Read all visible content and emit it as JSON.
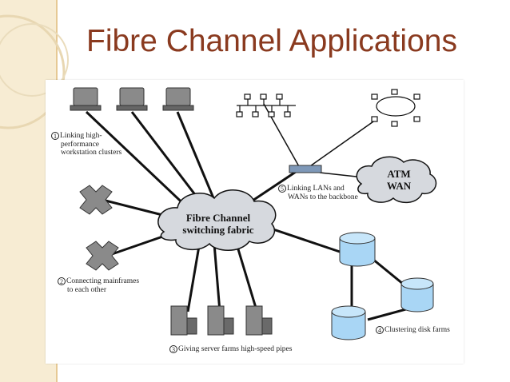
{
  "slide": {
    "title": "Fibre Channel Applications"
  },
  "diagram": {
    "fabric_label_line1": "Fibre Channel",
    "fabric_label_line2": "switching fabric",
    "wan_label_line1": "ATM",
    "wan_label_line2": "WAN",
    "apps": [
      {
        "num": "1",
        "lines": [
          "Linking high-",
          "performance",
          "workstation clusters"
        ]
      },
      {
        "num": "2",
        "lines": [
          "Connecting mainframes",
          "to each other"
        ]
      },
      {
        "num": "3",
        "lines": [
          "Giving server farms high-speed pipes"
        ]
      },
      {
        "num": "4",
        "lines": [
          "Clustering disk farms"
        ]
      },
      {
        "num": "5",
        "lines": [
          "Linking LANs and",
          "WANs to the backbone"
        ]
      }
    ]
  }
}
